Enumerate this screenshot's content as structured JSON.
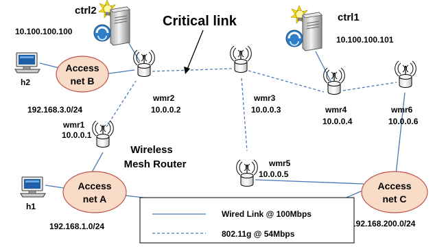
{
  "title": "Critical link",
  "controllers": {
    "ctrl1": {
      "name": "ctrl1",
      "ip": "10.100.100.101"
    },
    "ctrl2": {
      "name": "ctrl2",
      "ip": "10.100.100.100"
    }
  },
  "routers": {
    "wmr1": {
      "name": "wmr1",
      "ip": "10.0.0.1"
    },
    "wmr2": {
      "name": "wmr2",
      "ip": "10.0.0.2"
    },
    "wmr3": {
      "name": "wmr3",
      "ip": "10.0.0.3"
    },
    "wmr4": {
      "name": "wmr4",
      "ip": "10.0.0.4"
    },
    "wmr5": {
      "name": "wmr5",
      "ip": "10.0.0.5"
    },
    "wmr6": {
      "name": "wmr6",
      "ip": "10.0.0.6"
    }
  },
  "access_nets": {
    "a": {
      "line1": "Access",
      "line2": "net A",
      "subnet": "192.168.1.0/24"
    },
    "b": {
      "line1": "Access",
      "line2": "net B",
      "subnet": "192.168.3.0/24"
    },
    "c": {
      "line1": "Access",
      "line2": "net C",
      "subnet": "192.168.200.0/24"
    }
  },
  "hosts": {
    "h1": "h1",
    "h2": "h2"
  },
  "router_type": {
    "line1": "Wireless",
    "line2": "Mesh Router"
  },
  "legend": {
    "wired": "Wired Link @ 100Mbps",
    "wireless": "802.11g @ 54Mbps"
  },
  "colors": {
    "link": "#4a78b8",
    "access_fill": "#f8dcc8",
    "access_stroke": "#c0504d",
    "bulb": "#f5e000"
  }
}
